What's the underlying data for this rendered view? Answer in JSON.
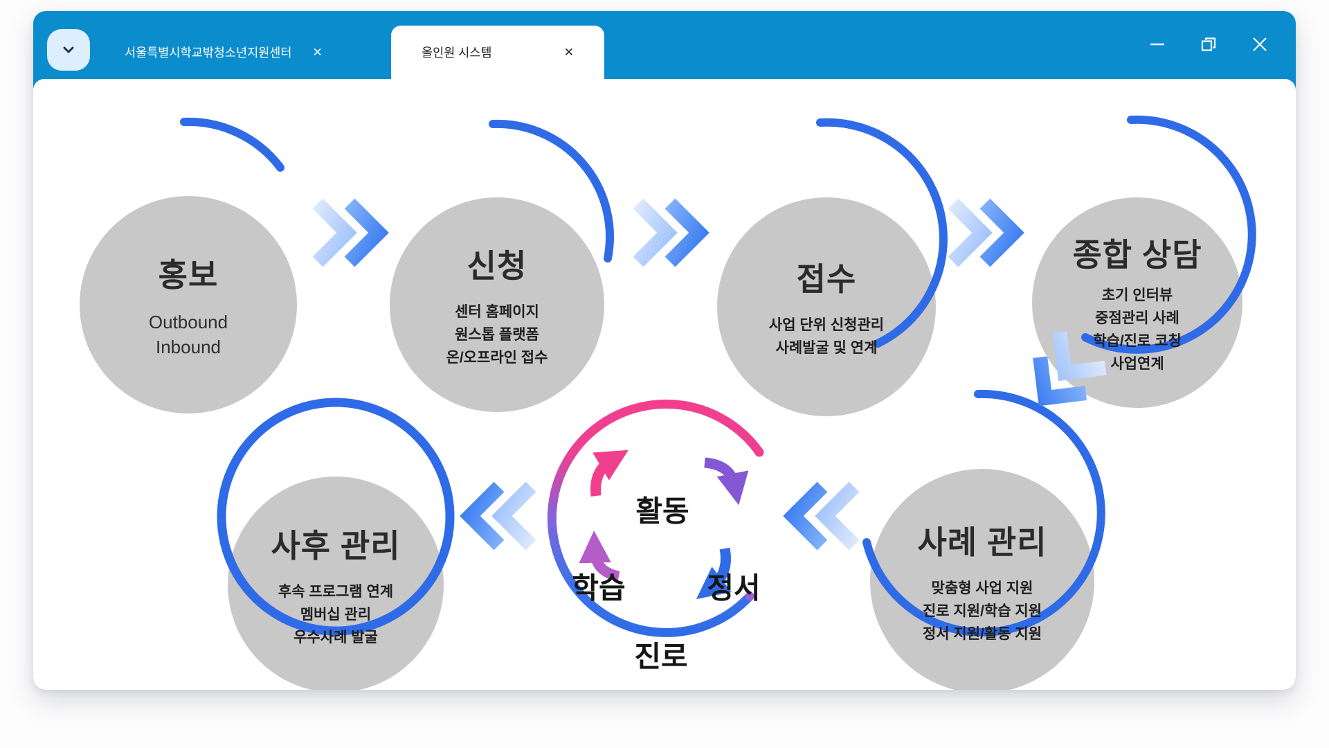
{
  "window": {
    "titlebar": {
      "tabs": [
        {
          "label": "서울특별시학교밖청소년지원센터",
          "active": false
        },
        {
          "label": "올인원 시스템",
          "active": true
        }
      ],
      "controls": {
        "minimize": "minimize",
        "restore": "restore",
        "close": "close"
      }
    },
    "icons": {
      "close": "✕"
    }
  },
  "diagram": {
    "steps": [
      {
        "title": "홍보",
        "lines": [
          "Outbound",
          "Inbound"
        ]
      },
      {
        "title": "신청",
        "lines": [
          "센터 홈페이지",
          "원스톱 플랫폼",
          "온/오프라인 접수"
        ]
      },
      {
        "title": "접수",
        "lines": [
          "사업 단위 신청관리",
          "사례발굴 및 연계"
        ]
      },
      {
        "title": "종합 상담",
        "lines": [
          "초기 인터뷰",
          "중점관리 사례",
          "학습/진로 코칭",
          "사업연계"
        ]
      },
      {
        "title": "사례 관리",
        "lines": [
          "맞춤형 사업 지원",
          "진로 지원/학습 지원",
          "정서 지원/활동 지원"
        ]
      },
      {
        "title": "사후 관리",
        "lines": [
          "후속 프로그램 연계",
          "멤버십 관리",
          "우수사례 발굴"
        ]
      }
    ],
    "cycle": {
      "labels": [
        "활동",
        "정서",
        "진로",
        "학습"
      ]
    },
    "colors": {
      "titlebar_blue": "#0a8ccd",
      "arc_blue": "#2f6be6",
      "circle_gray": "#c8c8c8",
      "chevron_light": "#a8c8fa",
      "chevron_dark": "#3b7ef0",
      "cycle_pink": "#f23f8d",
      "cycle_purple": "#8458d4",
      "cycle_blue": "#2f6ce6",
      "cycle_orchid": "#b45cc8"
    }
  }
}
